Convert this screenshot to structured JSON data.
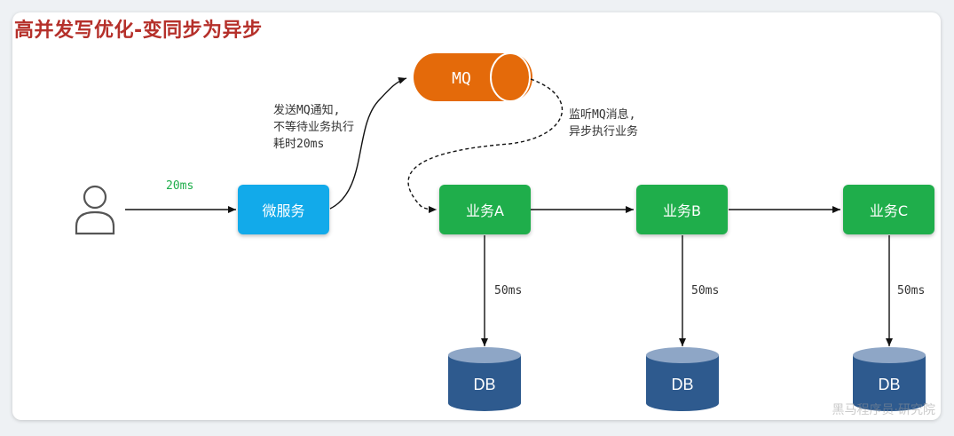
{
  "title": "高并发写优化-变同步为异步",
  "colors": {
    "title": "#b5302a",
    "micro_service": "#12aaea",
    "business": "#1fae4b",
    "mq": "#e46a0a",
    "db": "#2e5a8e",
    "db_top": "#8ea6c6"
  },
  "user_icon": "person-icon",
  "micro_service_label": "微服务",
  "user_latency": "20ms",
  "mq_label": "MQ",
  "send_note": "发送MQ通知,\n不等待业务执行\n耗时20ms",
  "listen_note": "监听MQ消息,\n异步执行业务",
  "services": [
    {
      "label": "业务A",
      "latency": "50ms",
      "db": "DB"
    },
    {
      "label": "业务B",
      "latency": "50ms",
      "db": "DB"
    },
    {
      "label": "业务C",
      "latency": "50ms",
      "db": "DB"
    }
  ],
  "watermark": "黑马程序员·研究院"
}
